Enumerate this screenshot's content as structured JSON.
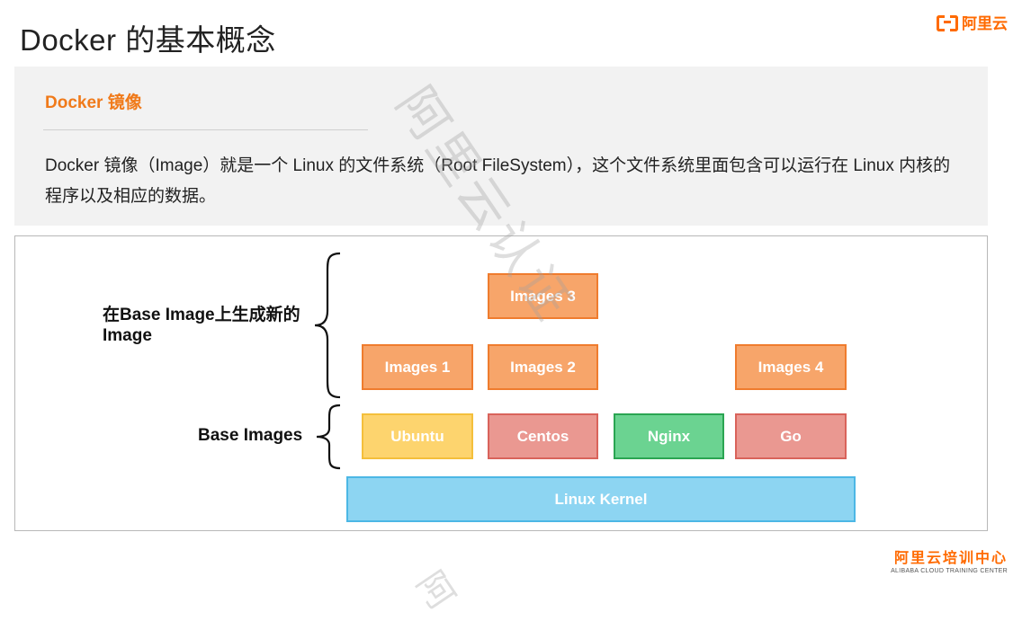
{
  "page": {
    "title": "Docker 的基本概念",
    "logo_text": "阿里云"
  },
  "panel": {
    "heading": "Docker 镜像",
    "description": "Docker 镜像（Image）就是一个 Linux 的文件系统（Root FileSystem），这个文件系统里面包含可以运行在 Linux 内核的程序以及相应的数据。"
  },
  "diagram": {
    "label_new": "在Base Image上生成新的Image",
    "label_base": "Base Images",
    "images": {
      "images3": "Images 3",
      "images1": "Images 1",
      "images2": "Images 2",
      "images4": "Images 4"
    },
    "base": {
      "ubuntu": "Ubuntu",
      "centos": "Centos",
      "nginx": "Nginx",
      "go": "Go"
    },
    "kernel": "Linux Kernel"
  },
  "watermark": {
    "text_main": "阿里云认证",
    "text_bottom": "阿"
  },
  "footer": {
    "cn": "阿里云培训中心",
    "en": "ALIBABA CLOUD TRAINING CENTER"
  },
  "colors": {
    "accent": "#ff6a00",
    "image_box": "#f7a56a",
    "ubuntu": "#fdd46e",
    "centos_go": "#ea9891",
    "nginx": "#6bd391",
    "kernel": "#8dd5f2"
  }
}
